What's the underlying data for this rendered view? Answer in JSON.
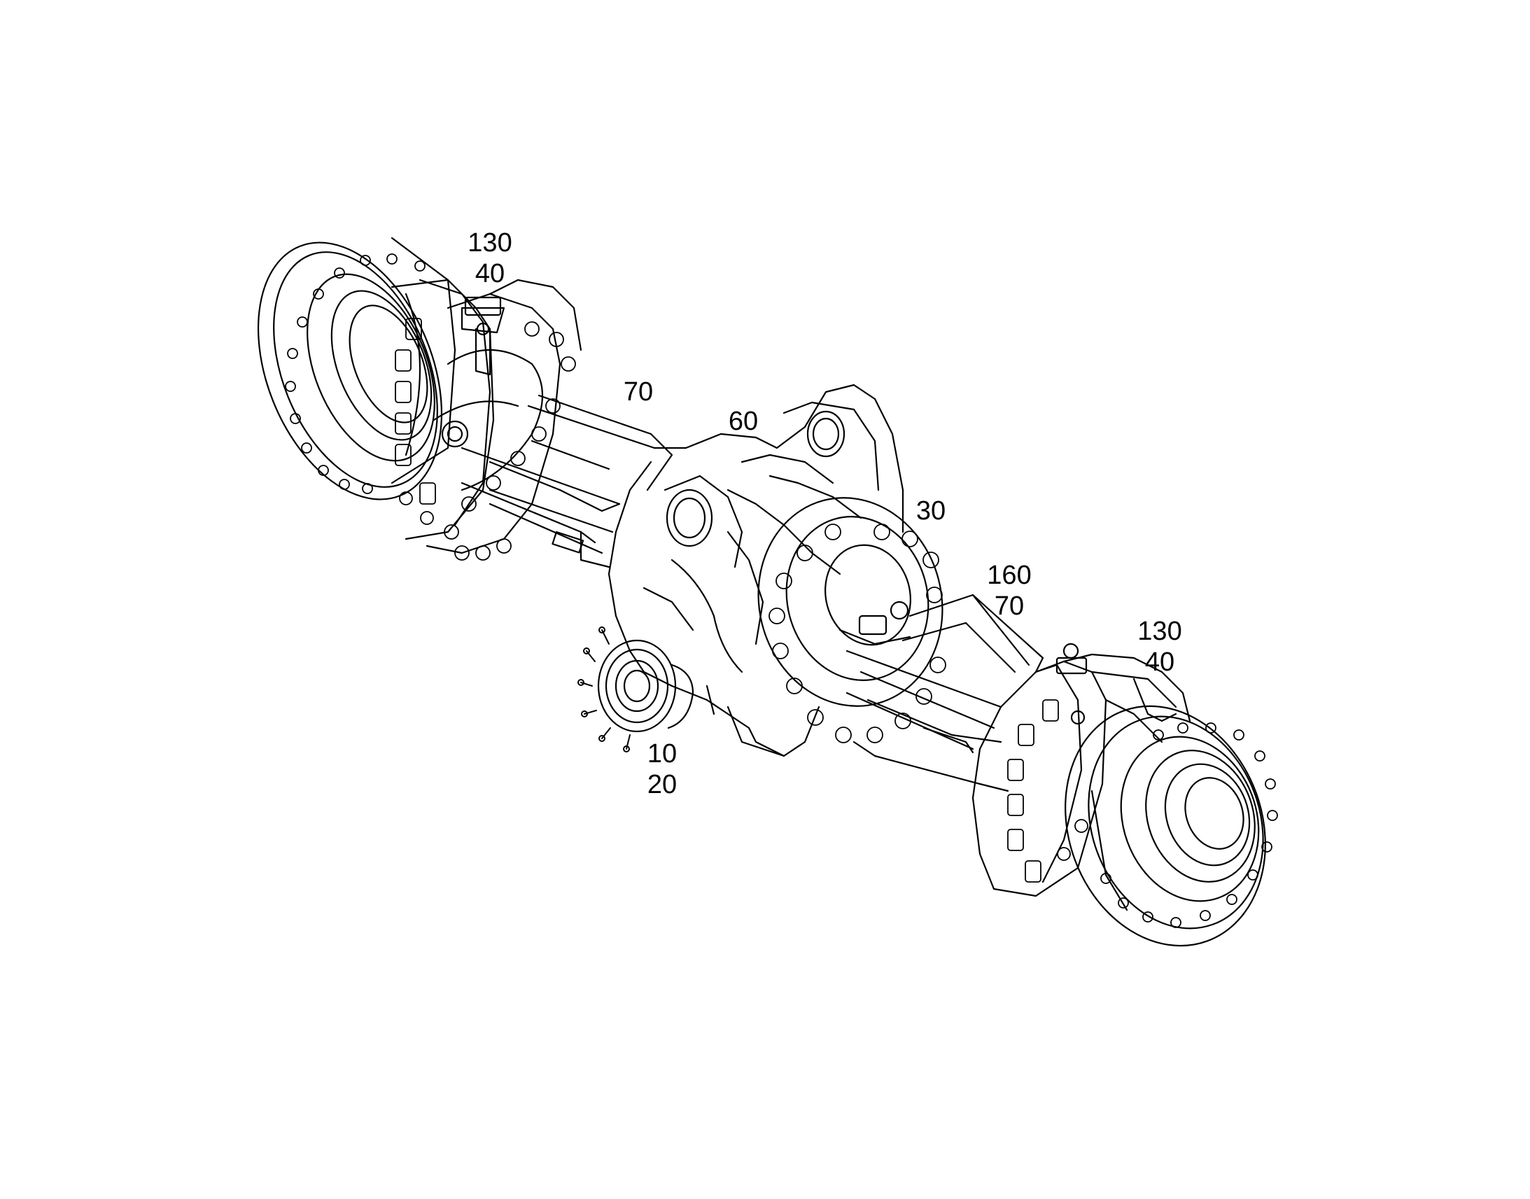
{
  "diagram": {
    "callouts": {
      "top_left_hub": [
        "130",
        "40"
      ],
      "left_housing": [
        "70"
      ],
      "center_top": [
        "60"
      ],
      "right_carrier": [
        "30"
      ],
      "right_housing": [
        "160",
        "70"
      ],
      "right_hub": [
        "130",
        "40"
      ],
      "pinion": [
        "10",
        "20"
      ]
    }
  }
}
